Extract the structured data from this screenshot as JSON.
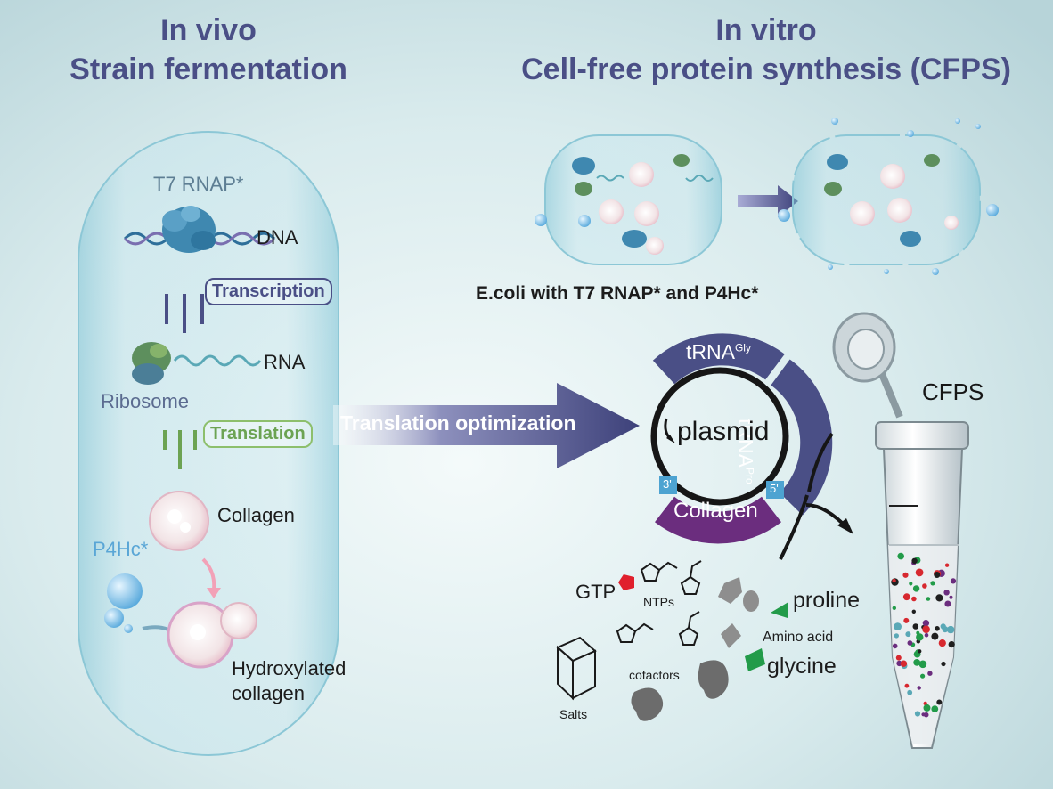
{
  "left_panel": {
    "title_line1": "In vivo",
    "title_line2": "Strain fermentation",
    "t7_label": "T7 RNAP*",
    "dna_label": "DNA",
    "transcription_label": "Transcription",
    "rna_label": "RNA",
    "ribosome_label": "Ribosome",
    "translation_label": "Translation",
    "collagen_label": "Collagen",
    "p4hc_label": "P4Hc*",
    "hydroxylated_line1": "Hydroxylated",
    "hydroxylated_line2": "collagen"
  },
  "arrow_label": "Translation optimization",
  "right_panel": {
    "title_line1": "In vitro",
    "title_line2": "Cell-free protein synthesis (CFPS)",
    "ecoli_caption": "E.coli with T7 RNAP* and P4Hc*",
    "plasmid": {
      "center_label": "plasmid",
      "trna_gly": "tRNA",
      "trna_gly_sup": "Gly",
      "trna_pro": "tRNA",
      "trna_pro_sup": "Pro",
      "collagen": "Collagen",
      "end3": "3'",
      "end5": "5'"
    },
    "cfps_label": "CFPS",
    "components": {
      "gtp": "GTP",
      "ntps": "NTPs",
      "proline": "proline",
      "amino_acid": "Amino acid",
      "glycine": "glycine",
      "cofactors": "cofactors",
      "salts": "Salts"
    }
  },
  "colors": {
    "title": "#4a4f86",
    "arrow": "#4a4f86",
    "collagen_segment": "#6b2d7e",
    "translation_badge": "#8dbf6c",
    "p4hc": "#5aa6d6"
  }
}
